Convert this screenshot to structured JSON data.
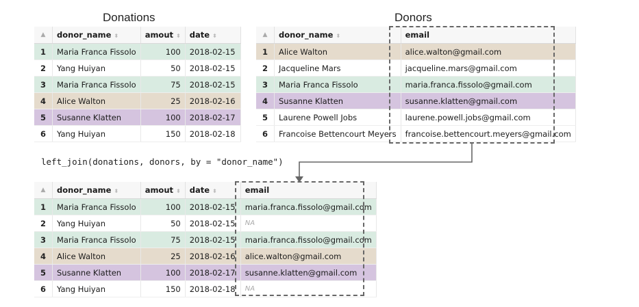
{
  "donations": {
    "title": "Donations",
    "columns": [
      "donor_name",
      "amout",
      "date"
    ],
    "rows": [
      {
        "idx": "1",
        "donor_name": "Maria Franca Fissolo",
        "amout": "100",
        "date": "2018-02-15",
        "color": "green"
      },
      {
        "idx": "2",
        "donor_name": "Yang Huiyan",
        "amout": "50",
        "date": "2018-02-15",
        "color": "plain"
      },
      {
        "idx": "3",
        "donor_name": "Maria Franca Fissolo",
        "amout": "75",
        "date": "2018-02-15",
        "color": "green"
      },
      {
        "idx": "4",
        "donor_name": "Alice Walton",
        "amout": "25",
        "date": "2018-02-16",
        "color": "tan"
      },
      {
        "idx": "5",
        "donor_name": "Susanne Klatten",
        "amout": "100",
        "date": "2018-02-17",
        "color": "purple"
      },
      {
        "idx": "6",
        "donor_name": "Yang Huiyan",
        "amout": "150",
        "date": "2018-02-18",
        "color": "plain"
      }
    ]
  },
  "donors": {
    "title": "Donors",
    "columns": [
      "donor_name",
      "email"
    ],
    "rows": [
      {
        "idx": "1",
        "donor_name": "Alice Walton",
        "email": "alice.walton@gmail.com",
        "color": "tan"
      },
      {
        "idx": "2",
        "donor_name": "Jacqueline Mars",
        "email": "jacqueline.mars@gmail.com",
        "color": "plain"
      },
      {
        "idx": "3",
        "donor_name": "Maria Franca Fissolo",
        "email": "maria.franca.fissolo@gmail.com",
        "color": "green"
      },
      {
        "idx": "4",
        "donor_name": "Susanne Klatten",
        "email": "susanne.klatten@gmail.com",
        "color": "purple"
      },
      {
        "idx": "5",
        "donor_name": "Laurene Powell Jobs",
        "email": "laurene.powell.jobs@gmail.com",
        "color": "plain"
      },
      {
        "idx": "6",
        "donor_name": "Francoise Bettencourt Meyers",
        "email": "francoise.bettencourt.meyers@gmail.com",
        "color": "plain"
      }
    ]
  },
  "code": "left_join(donations, donors, by = \"donor_name\")",
  "result": {
    "columns": [
      "donor_name",
      "amout",
      "date",
      "email"
    ],
    "rows": [
      {
        "idx": "1",
        "donor_name": "Maria Franca Fissolo",
        "amout": "100",
        "date": "2018-02-15",
        "email": "maria.franca.fissolo@gmail.com",
        "color": "green"
      },
      {
        "idx": "2",
        "donor_name": "Yang Huiyan",
        "amout": "50",
        "date": "2018-02-15",
        "email": "NA",
        "color": "plain"
      },
      {
        "idx": "3",
        "donor_name": "Maria Franca Fissolo",
        "amout": "75",
        "date": "2018-02-15",
        "email": "maria.franca.fissolo@gmail.com",
        "color": "green"
      },
      {
        "idx": "4",
        "donor_name": "Alice Walton",
        "amout": "25",
        "date": "2018-02-16",
        "email": "alice.walton@gmail.com",
        "color": "tan"
      },
      {
        "idx": "5",
        "donor_name": "Susanne Klatten",
        "amout": "100",
        "date": "2018-02-17",
        "email": "susanne.klatten@gmail.com",
        "color": "purple"
      },
      {
        "idx": "6",
        "donor_name": "Yang Huiyan",
        "amout": "150",
        "date": "2018-02-18",
        "email": "NA",
        "color": "plain"
      }
    ]
  },
  "colors": {
    "green": "#d9ebe1",
    "tan": "#e5dbcc",
    "purple": "#d5c4df",
    "arrow": "#666666"
  }
}
